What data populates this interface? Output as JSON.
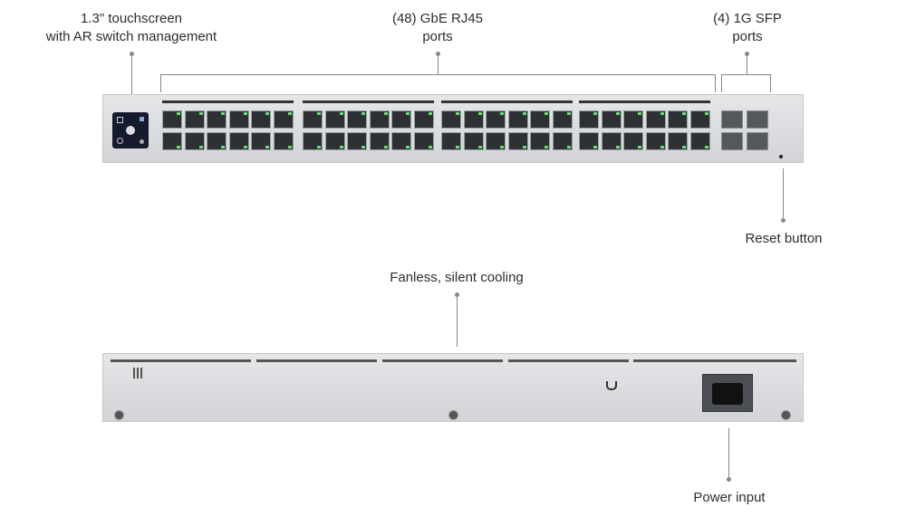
{
  "callouts": {
    "touchscreen": {
      "line1": "1.3\" touchscreen",
      "line2": "with AR switch management"
    },
    "rj45": {
      "line1": "(48) GbE RJ45",
      "line2": "ports"
    },
    "sfp": {
      "line1": "(4) 1G SFP",
      "line2": "ports"
    },
    "reset": "Reset button",
    "cooling": "Fanless, silent cooling",
    "power": "Power input"
  },
  "device": {
    "rj45_port_count": 48,
    "sfp_port_count": 4
  },
  "colors": {
    "led": "#5ee06a",
    "screen": "#151a2d"
  }
}
